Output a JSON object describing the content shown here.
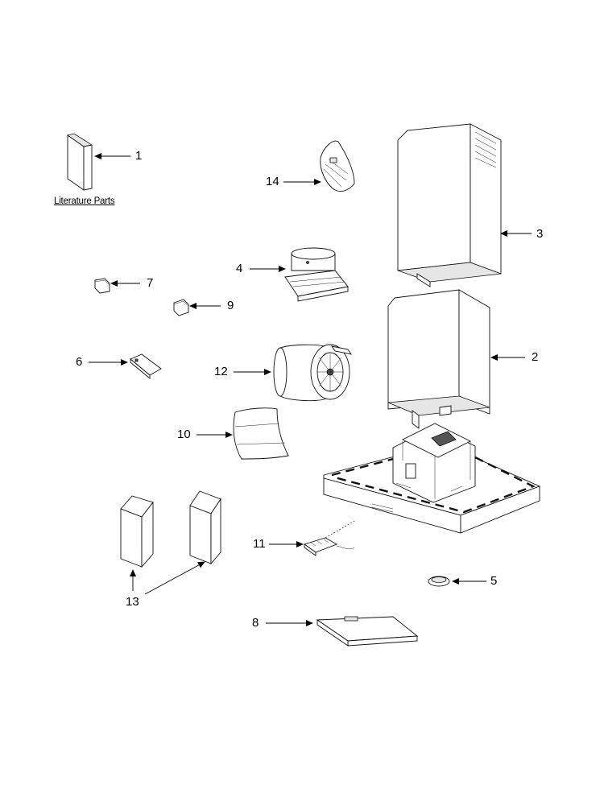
{
  "literature_caption": "Literature Parts",
  "callouts": [
    {
      "id": "1",
      "label": "1"
    },
    {
      "id": "2",
      "label": "2"
    },
    {
      "id": "3",
      "label": "3"
    },
    {
      "id": "4",
      "label": "4"
    },
    {
      "id": "5",
      "label": "5"
    },
    {
      "id": "6",
      "label": "6"
    },
    {
      "id": "7",
      "label": "7"
    },
    {
      "id": "8",
      "label": "8"
    },
    {
      "id": "9",
      "label": "9"
    },
    {
      "id": "10",
      "label": "10"
    },
    {
      "id": "11",
      "label": "11"
    },
    {
      "id": "12",
      "label": "12"
    },
    {
      "id": "13",
      "label": "13"
    },
    {
      "id": "14",
      "label": "14"
    }
  ]
}
